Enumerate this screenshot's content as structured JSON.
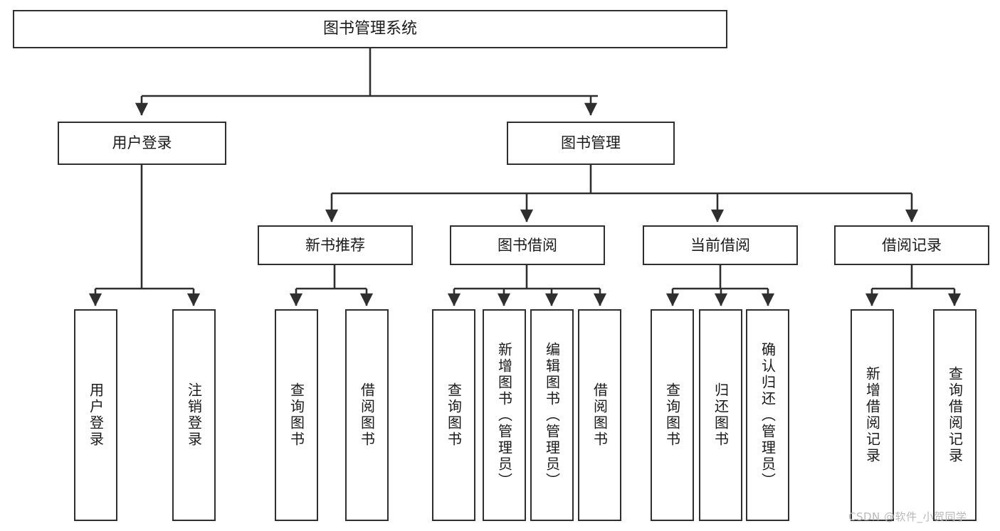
{
  "diagram": {
    "title": "图书管理系统",
    "type": "tree-hierarchy-chart",
    "colors": {
      "stroke": "#2f2f2f",
      "fill": "#ffffff",
      "text": "#1a1a1a",
      "watermark": "#b9b9b9"
    },
    "nodes": {
      "root": {
        "label": "图书管理系统"
      },
      "level2": [
        {
          "id": "user-login",
          "label": "用户登录"
        },
        {
          "id": "book-management",
          "label": "图书管理"
        }
      ],
      "level3": [
        {
          "id": "new-book-recommend",
          "label": "新书推荐"
        },
        {
          "id": "book-borrow",
          "label": "图书借阅"
        },
        {
          "id": "current-borrow",
          "label": "当前借阅"
        },
        {
          "id": "borrow-record",
          "label": "借阅记录"
        }
      ],
      "leaves": {
        "user_login": [
          {
            "id": "leaf-user-login",
            "label": "用户登录"
          },
          {
            "id": "leaf-logout-login",
            "label": "注销登录"
          }
        ],
        "new_book_recommend": [
          {
            "id": "leaf-query-book-1",
            "label": "查询图书"
          },
          {
            "id": "leaf-borrow-book-1",
            "label": "借阅图书"
          }
        ],
        "book_borrow": [
          {
            "id": "leaf-query-book-2",
            "label": "查询图书"
          },
          {
            "id": "leaf-add-book",
            "label": "新增图书（管理员）"
          },
          {
            "id": "leaf-edit-book",
            "label": "编辑图书（管理员）"
          },
          {
            "id": "leaf-borrow-book-2",
            "label": "借阅图书"
          }
        ],
        "current_borrow": [
          {
            "id": "leaf-query-book-3",
            "label": "查询图书"
          },
          {
            "id": "leaf-return-book",
            "label": "归还图书"
          },
          {
            "id": "leaf-confirm-return",
            "label": "确认归还（管理员）"
          }
        ],
        "borrow_record": [
          {
            "id": "leaf-add-record",
            "label": "新增借阅记录"
          },
          {
            "id": "leaf-query-record",
            "label": "查询借阅记录"
          }
        ]
      }
    }
  },
  "watermark": {
    "text": "CSDN @软件_小贺同学"
  }
}
